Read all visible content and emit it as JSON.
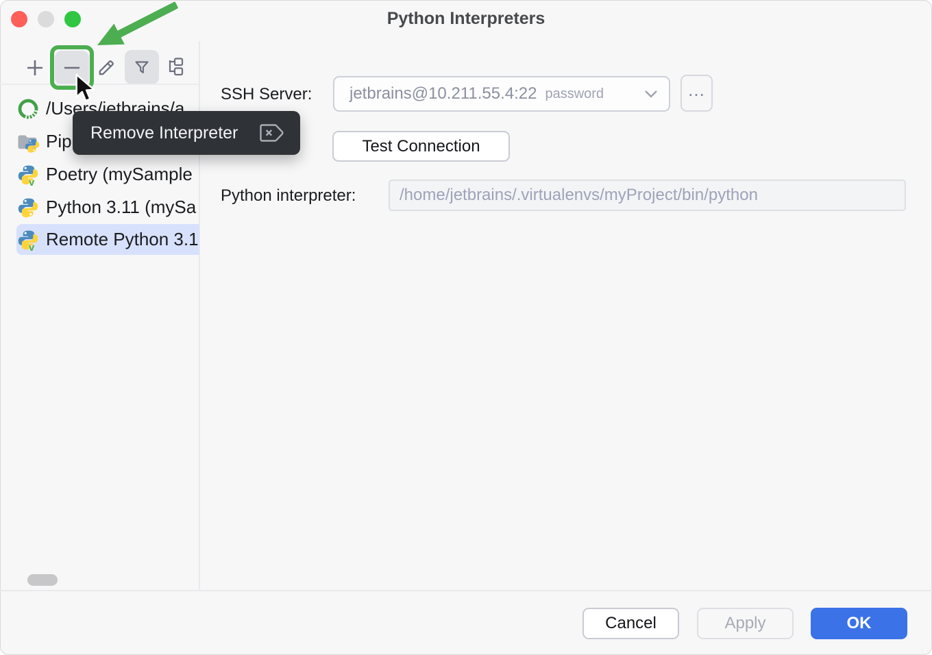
{
  "window": {
    "title": "Python Interpreters",
    "traffic_lights": [
      "close",
      "minimize",
      "zoom"
    ]
  },
  "toolbar": {
    "buttons": [
      {
        "name": "add",
        "icon": "plus-icon"
      },
      {
        "name": "remove",
        "icon": "minus-icon",
        "highlighted": true
      },
      {
        "name": "edit",
        "icon": "pencil-icon"
      },
      {
        "name": "filter",
        "icon": "funnel-icon",
        "toggled": true
      },
      {
        "name": "view-structure",
        "icon": "structure-icon"
      }
    ]
  },
  "tooltip": {
    "label": "Remove Interpreter",
    "shortcut_icon": "forward-delete-key-icon"
  },
  "interpreter_list": {
    "items": [
      {
        "name": "/Users/jetbrains/a",
        "icon": "conda-icon",
        "selected": false
      },
      {
        "name": "Pip",
        "icon": "pipenv-folder-icon",
        "selected": false
      },
      {
        "name": "Poetry (mySample",
        "icon": "python-venv-icon",
        "selected": false
      },
      {
        "name": "Python 3.11 (mySa",
        "icon": "python-icon",
        "selected": false
      },
      {
        "name": "Remote Python 3.1",
        "icon": "python-venv-icon",
        "selected": true
      }
    ]
  },
  "form": {
    "ssh_label": "SSH Server:",
    "ssh_value": "jetbrains@10.211.55.4:22",
    "ssh_auth": "password",
    "browse_label": "...",
    "test_button_label": "Test Connection",
    "interpreter_label": "Python interpreter:",
    "interpreter_path": "/home/jetbrains/.virtualenvs/myProject/bin/python"
  },
  "footer": {
    "cancel_label": "Cancel",
    "apply_label": "Apply",
    "ok_label": "OK"
  },
  "colors": {
    "annotation_green": "#4CAE51",
    "ok_blue": "#3B72E8",
    "selection_bg": "#D8E1FB",
    "tooltip_bg": "#2F3236",
    "toolbar_hover_bg": "#DFE1E5"
  }
}
